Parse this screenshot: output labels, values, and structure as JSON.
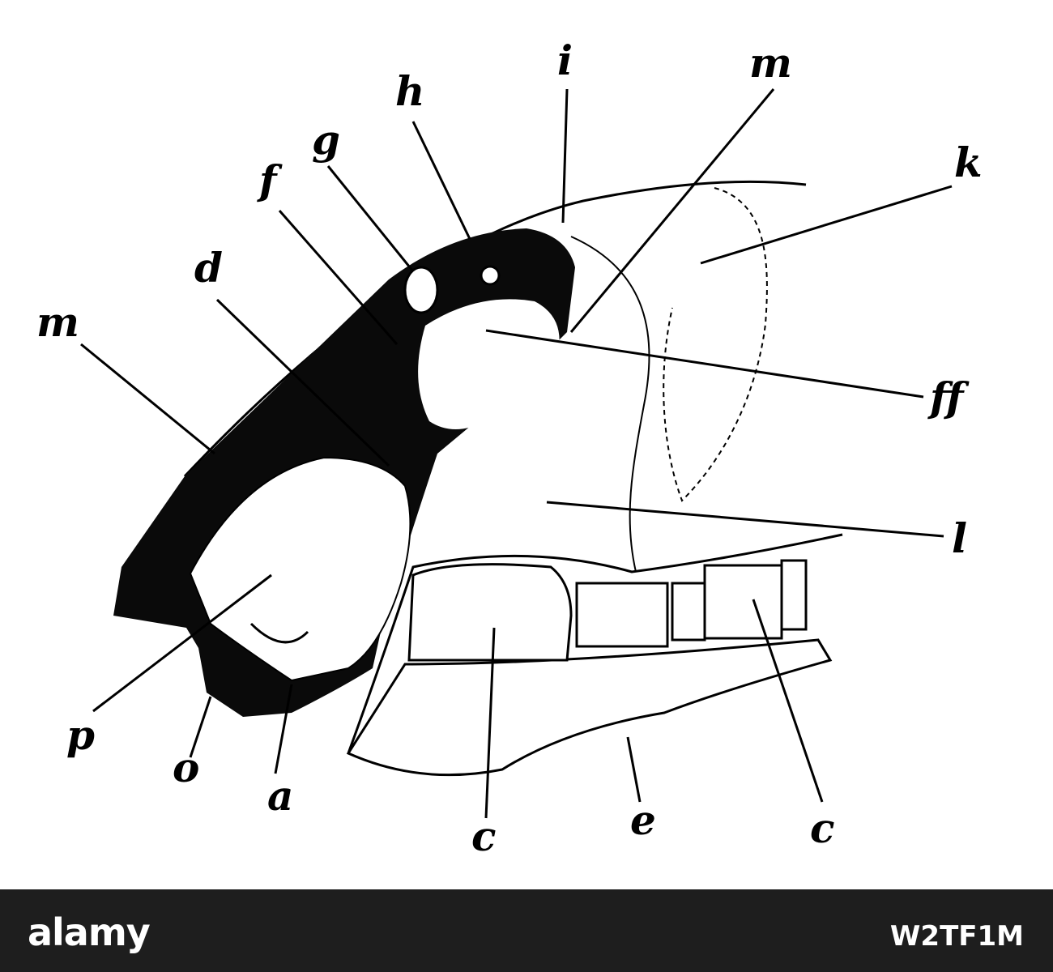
{
  "figure": {
    "labels": [
      {
        "id": "i",
        "text": "i"
      },
      {
        "id": "m-top",
        "text": "m"
      },
      {
        "id": "h",
        "text": "h"
      },
      {
        "id": "g",
        "text": "g"
      },
      {
        "id": "f",
        "text": "f"
      },
      {
        "id": "d",
        "text": "d"
      },
      {
        "id": "k",
        "text": "k"
      },
      {
        "id": "m-left",
        "text": "m"
      },
      {
        "id": "ff",
        "text": "ff"
      },
      {
        "id": "l",
        "text": "l"
      },
      {
        "id": "p",
        "text": "p"
      },
      {
        "id": "o",
        "text": "o"
      },
      {
        "id": "a",
        "text": "a"
      },
      {
        "id": "c-mid",
        "text": "c"
      },
      {
        "id": "e",
        "text": "e"
      },
      {
        "id": "c-right",
        "text": "c"
      }
    ]
  },
  "footer": {
    "logo": "alamy",
    "stock_id": "W2TF1M"
  }
}
